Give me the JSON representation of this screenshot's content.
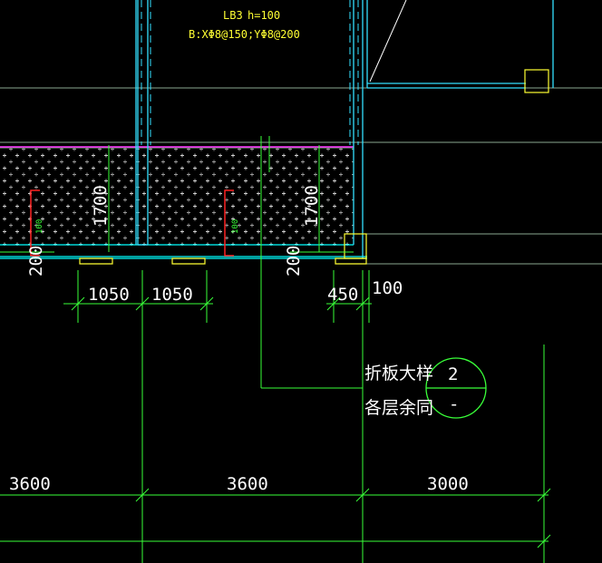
{
  "slab_label": {
    "name": "LB3",
    "thickness": "h=100",
    "rebar": "B:XΦ8@150;YΦ8@200"
  },
  "small_dims": {
    "left_width": "1700",
    "right_width": "1700",
    "left_step": "200",
    "right_step": "200",
    "left_vertical": "100",
    "right_vertical": "100"
  },
  "dims": {
    "d1050a": "1050",
    "d1050b": "1050",
    "d450": "450",
    "d100": "100"
  },
  "callout": {
    "line1": "折板大样",
    "line2": "各层余同",
    "number": "2",
    "dash": "-"
  },
  "axis_dims": {
    "d3600a": "3600",
    "d3600b": "3600",
    "d3000": "3000"
  },
  "colors": {
    "background": "#000000",
    "grid": "#39ff39",
    "wall": "#33e0ff",
    "cyan": "#00ffff",
    "yellow": "#ffff33",
    "magenta": "#ff33ff",
    "red": "#ff2222",
    "white": "#ffffff",
    "grey": "#9a9a9a",
    "hatch": "#d0d0d0"
  }
}
